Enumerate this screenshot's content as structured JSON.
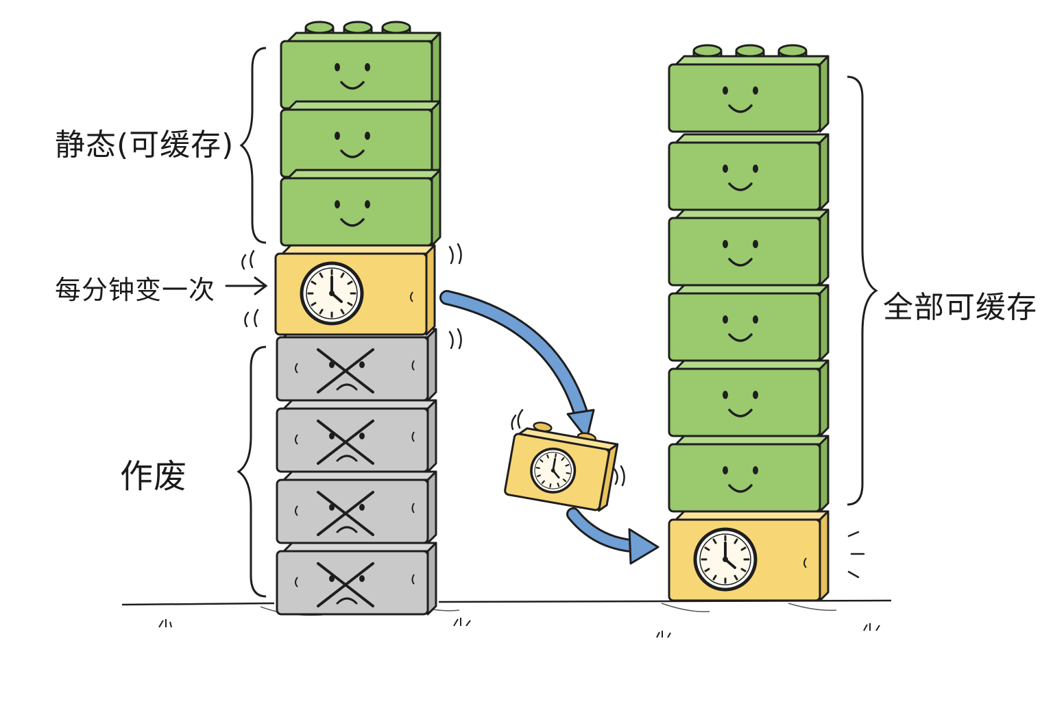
{
  "labels": {
    "static_cacheable": "静态(可缓存)",
    "changes_every_minute": "每分钟变一次",
    "invalidated": "作废",
    "all_cacheable": "全部可缓存"
  },
  "colors": {
    "green_block": "#9bc96e",
    "green_block_side": "#86b45c",
    "yellow_block": "#f7d675",
    "yellow_block_side": "#e8c25c",
    "gray_block": "#c9c9c9",
    "gray_block_side": "#b3b3b3",
    "arrow_blue": "#6f9fd4",
    "outline": "#1e1e1e"
  },
  "icons": {
    "happy_face": "smiley-face-icon",
    "sad_face": "crossed-out-sad-face-icon",
    "clock": "clock-icon",
    "arrow": "curved-arrow-icon"
  },
  "stacks": {
    "left": [
      "green",
      "green",
      "green",
      "yellow-clock",
      "gray",
      "gray",
      "gray",
      "gray"
    ],
    "right": [
      "green",
      "green",
      "green",
      "green",
      "green",
      "green",
      "yellow-clock"
    ]
  }
}
